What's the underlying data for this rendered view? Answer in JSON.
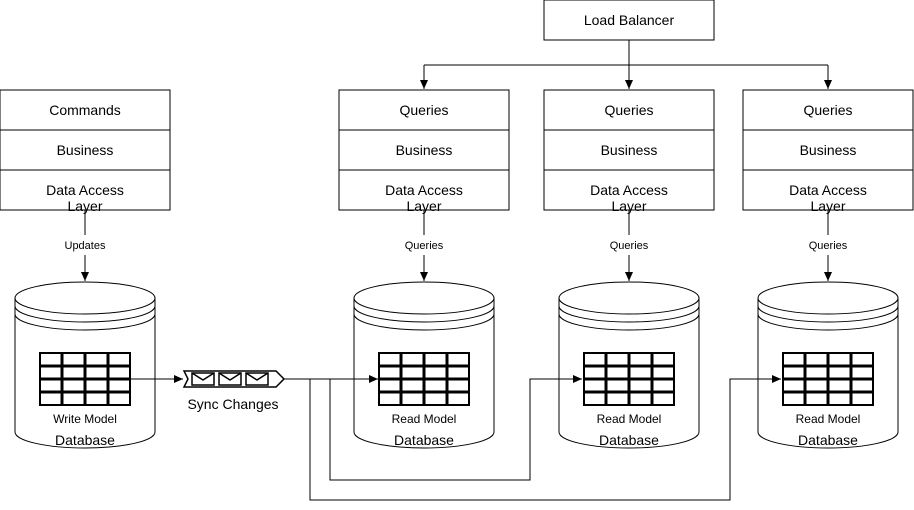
{
  "load_balancer": "Load Balancer",
  "write_stack": {
    "layer1": "Commands",
    "layer2": "Business",
    "layer3_line1": "Data Access",
    "layer3_line2": "Layer",
    "edge_label": "Updates",
    "model": "Write Model",
    "db": "Database"
  },
  "read_stacks": [
    {
      "layer1": "Queries",
      "layer2": "Business",
      "layer3_line1": "Data Access",
      "layer3_line2": "Layer",
      "edge_label": "Queries",
      "model": "Read Model",
      "db": "Database"
    },
    {
      "layer1": "Queries",
      "layer2": "Business",
      "layer3_line1": "Data Access",
      "layer3_line2": "Layer",
      "edge_label": "Queries",
      "model": "Read Model",
      "db": "Database"
    },
    {
      "layer1": "Queries",
      "layer2": "Business",
      "layer3_line1": "Data Access",
      "layer3_line2": "Layer",
      "edge_label": "Queries",
      "model": "Read Model",
      "db": "Database"
    }
  ],
  "sync_label": "Sync Changes"
}
